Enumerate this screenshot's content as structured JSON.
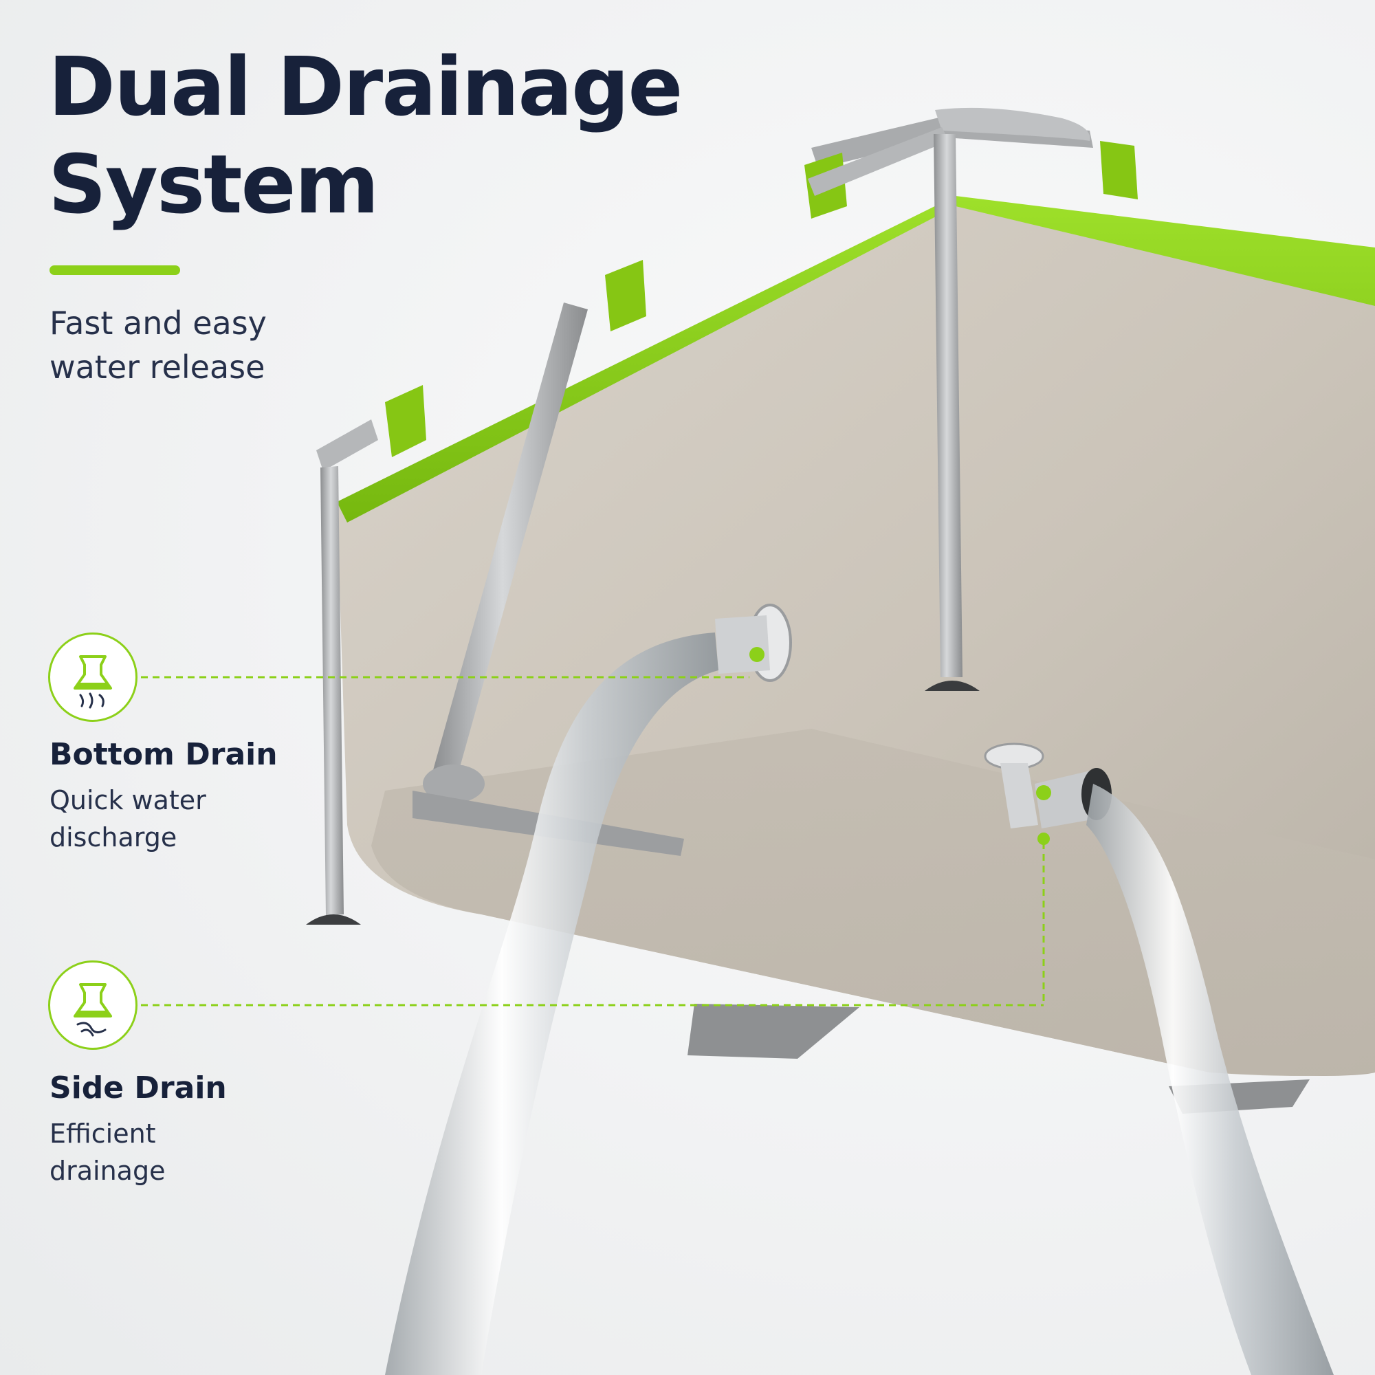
{
  "header": {
    "title_line1": "Dual Drainage",
    "title_line2": "System",
    "subtitle_line1": "Fast and easy",
    "subtitle_line2": "water release"
  },
  "features": [
    {
      "icon": "bottom-drain-icon",
      "title": "Bottom Drain",
      "desc_line1": "Quick water",
      "desc_line2": "discharge"
    },
    {
      "icon": "side-drain-icon",
      "title": "Side Drain",
      "desc_line1": "Efficient",
      "desc_line2": "drainage"
    }
  ],
  "colors": {
    "accent": "#8cd019",
    "pool_rim": "#8ed31c",
    "pool_body": "#cdc6bb",
    "frame": "#b4b6b8",
    "heading": "#17213a"
  }
}
